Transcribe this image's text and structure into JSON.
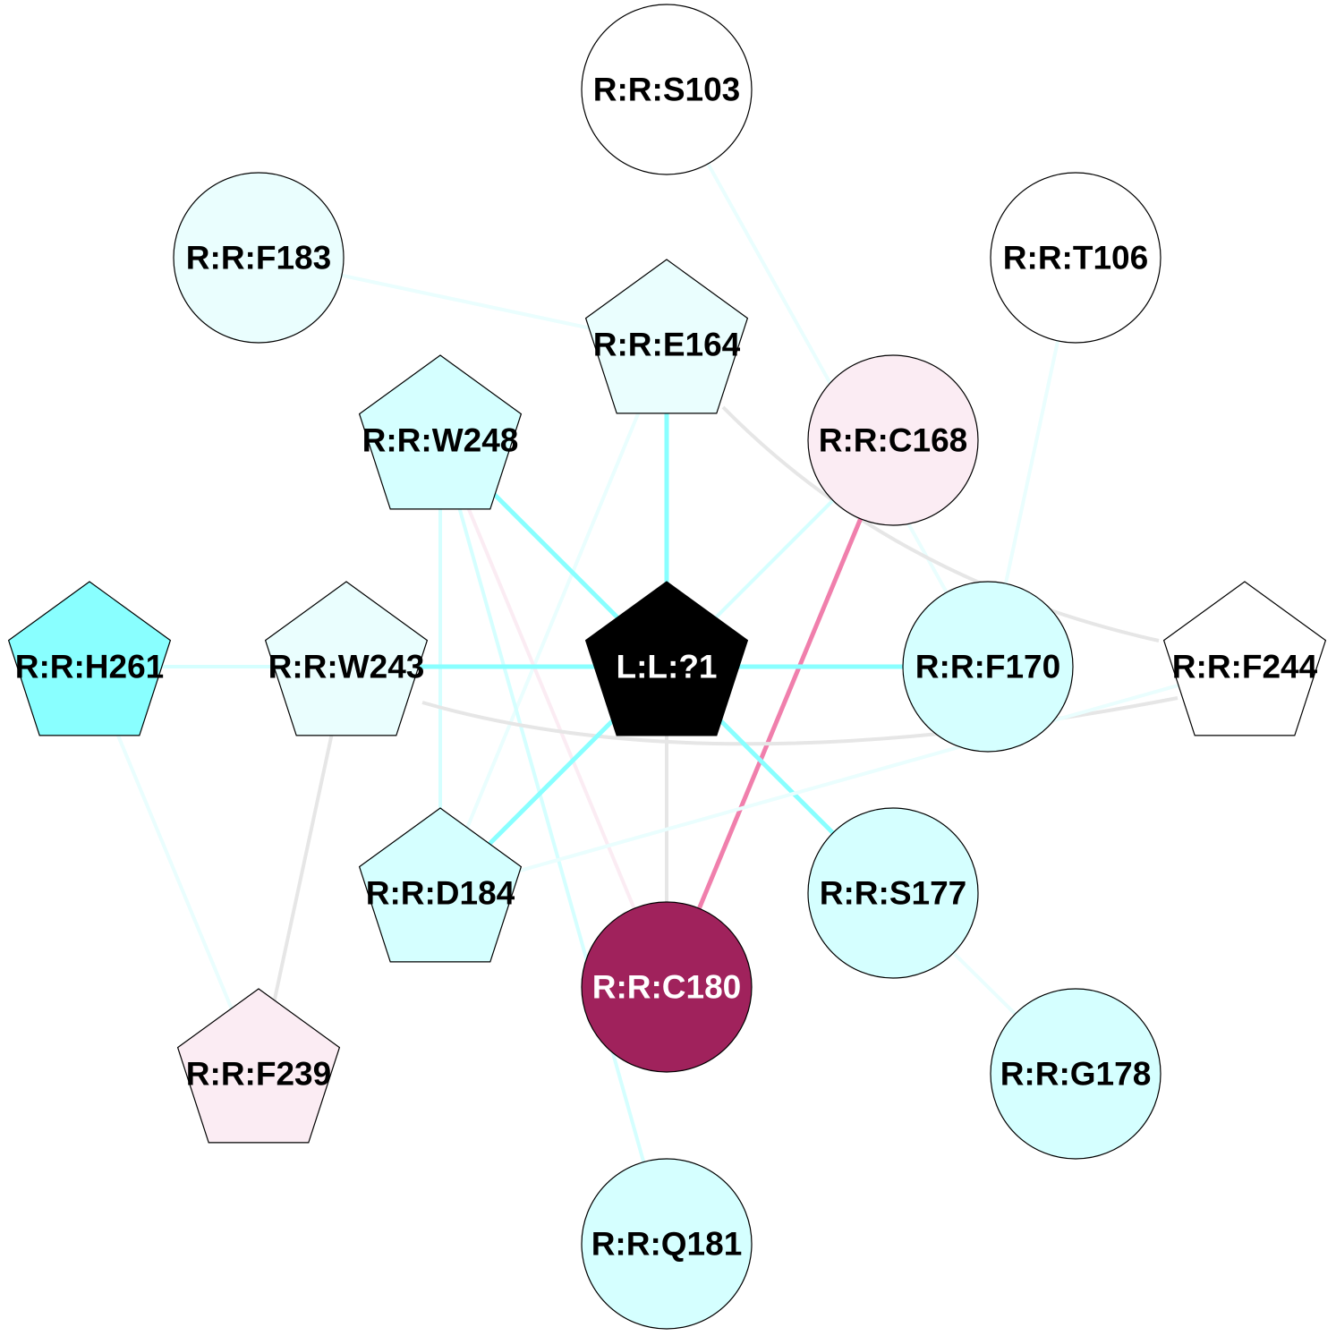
{
  "nodes": [
    {
      "id": "L:L:?1",
      "label": "L:L:?1",
      "shape": "pentagon",
      "fill": "#000000",
      "text": "#ffffff"
    },
    {
      "id": "R:R:S103",
      "label": "R:R:S103",
      "shape": "circle",
      "fill": "#ffffff",
      "text": "#000000"
    },
    {
      "id": "R:R:T106",
      "label": "R:R:T106",
      "shape": "circle",
      "fill": "#ffffff",
      "text": "#000000"
    },
    {
      "id": "R:R:E164",
      "label": "R:R:E164",
      "shape": "pentagon",
      "fill": "#eafefe",
      "text": "#000000"
    },
    {
      "id": "R:R:C168",
      "label": "R:R:C168",
      "shape": "circle",
      "fill": "#fbecf3",
      "text": "#000000"
    },
    {
      "id": "R:R:F170",
      "label": "R:R:F170",
      "shape": "circle",
      "fill": "#d5ffff",
      "text": "#000000"
    },
    {
      "id": "R:R:S177",
      "label": "R:R:S177",
      "shape": "circle",
      "fill": "#d5ffff",
      "text": "#000000"
    },
    {
      "id": "R:R:G178",
      "label": "R:R:G178",
      "shape": "circle",
      "fill": "#d5ffff",
      "text": "#000000"
    },
    {
      "id": "R:R:C180",
      "label": "R:R:C180",
      "shape": "circle",
      "fill": "#a0225c",
      "text": "#ffffff"
    },
    {
      "id": "R:R:Q181",
      "label": "R:R:Q181",
      "shape": "circle",
      "fill": "#d5ffff",
      "text": "#000000"
    },
    {
      "id": "R:R:F183",
      "label": "R:R:F183",
      "shape": "circle",
      "fill": "#eafefe",
      "text": "#000000"
    },
    {
      "id": "R:R:D184",
      "label": "R:R:D184",
      "shape": "pentagon",
      "fill": "#d5ffff",
      "text": "#000000"
    },
    {
      "id": "R:R:F239",
      "label": "R:R:F239",
      "shape": "pentagon",
      "fill": "#fbecf3",
      "text": "#000000"
    },
    {
      "id": "R:R:W243",
      "label": "R:R:W243",
      "shape": "pentagon",
      "fill": "#eafefe",
      "text": "#000000"
    },
    {
      "id": "R:R:F244",
      "label": "R:R:F244",
      "shape": "pentagon",
      "fill": "#ffffff",
      "text": "#000000"
    },
    {
      "id": "R:R:W248",
      "label": "R:R:W248",
      "shape": "pentagon",
      "fill": "#d5ffff",
      "text": "#000000"
    },
    {
      "id": "R:R:H261",
      "label": "R:R:H261",
      "shape": "pentagon",
      "fill": "#89ffff",
      "text": "#000000"
    }
  ],
  "edges": [
    {
      "from": "R:R:S103",
      "to": "R:R:F170",
      "color": "#eafefe",
      "weight": 4
    },
    {
      "from": "R:R:T106",
      "to": "R:R:F170",
      "color": "#eafefe",
      "weight": 4
    },
    {
      "from": "R:R:F183",
      "to": "R:R:E164",
      "color": "#eafefe",
      "weight": 4
    },
    {
      "from": "R:R:E164",
      "to": "L:L:?1",
      "color": "#89ffff",
      "weight": 5
    },
    {
      "from": "R:R:E164",
      "to": "R:R:D184",
      "color": "#eafefe",
      "weight": 4
    },
    {
      "from": "R:R:E164",
      "to": "R:R:F244",
      "color": "#e6e6e6",
      "weight": 4,
      "curve": "r"
    },
    {
      "from": "R:R:W248",
      "to": "L:L:?1",
      "color": "#89ffff",
      "weight": 5
    },
    {
      "from": "R:R:W248",
      "to": "R:R:D184",
      "color": "#d5ffff",
      "weight": 4
    },
    {
      "from": "R:R:W248",
      "to": "R:R:C180",
      "color": "#fbecf3",
      "weight": 4
    },
    {
      "from": "R:R:W248",
      "to": "R:R:Q181",
      "color": "#d5ffff",
      "weight": 4
    },
    {
      "from": "R:R:C168",
      "to": "L:L:?1",
      "color": "#d5ffff",
      "weight": 4
    },
    {
      "from": "R:R:C168",
      "to": "R:R:C180",
      "color": "#f07fac",
      "weight": 5
    },
    {
      "from": "R:R:H261",
      "to": "R:R:W243",
      "color": "#d5ffff",
      "weight": 4
    },
    {
      "from": "R:R:H261",
      "to": "R:R:F239",
      "color": "#eafefe",
      "weight": 4
    },
    {
      "from": "R:R:W243",
      "to": "L:L:?1",
      "color": "#89ffff",
      "weight": 5
    },
    {
      "from": "R:R:W243",
      "to": "R:R:F239",
      "color": "#e6e6e6",
      "weight": 4
    },
    {
      "from": "R:R:W243",
      "to": "R:R:F244",
      "color": "#e6e6e6",
      "weight": 4,
      "curve": "w"
    },
    {
      "from": "L:L:?1",
      "to": "R:R:F170",
      "color": "#89ffff",
      "weight": 5
    },
    {
      "from": "L:L:?1",
      "to": "R:R:D184",
      "color": "#89ffff",
      "weight": 5
    },
    {
      "from": "L:L:?1",
      "to": "R:R:C180",
      "color": "#e6e6e6",
      "weight": 4
    },
    {
      "from": "L:L:?1",
      "to": "R:R:S177",
      "color": "#89ffff",
      "weight": 5
    },
    {
      "from": "R:R:F244",
      "to": "R:R:D184",
      "color": "#eafefe",
      "weight": 4
    },
    {
      "from": "R:R:S177",
      "to": "R:R:G178",
      "color": "#eafefe",
      "weight": 4
    }
  ]
}
